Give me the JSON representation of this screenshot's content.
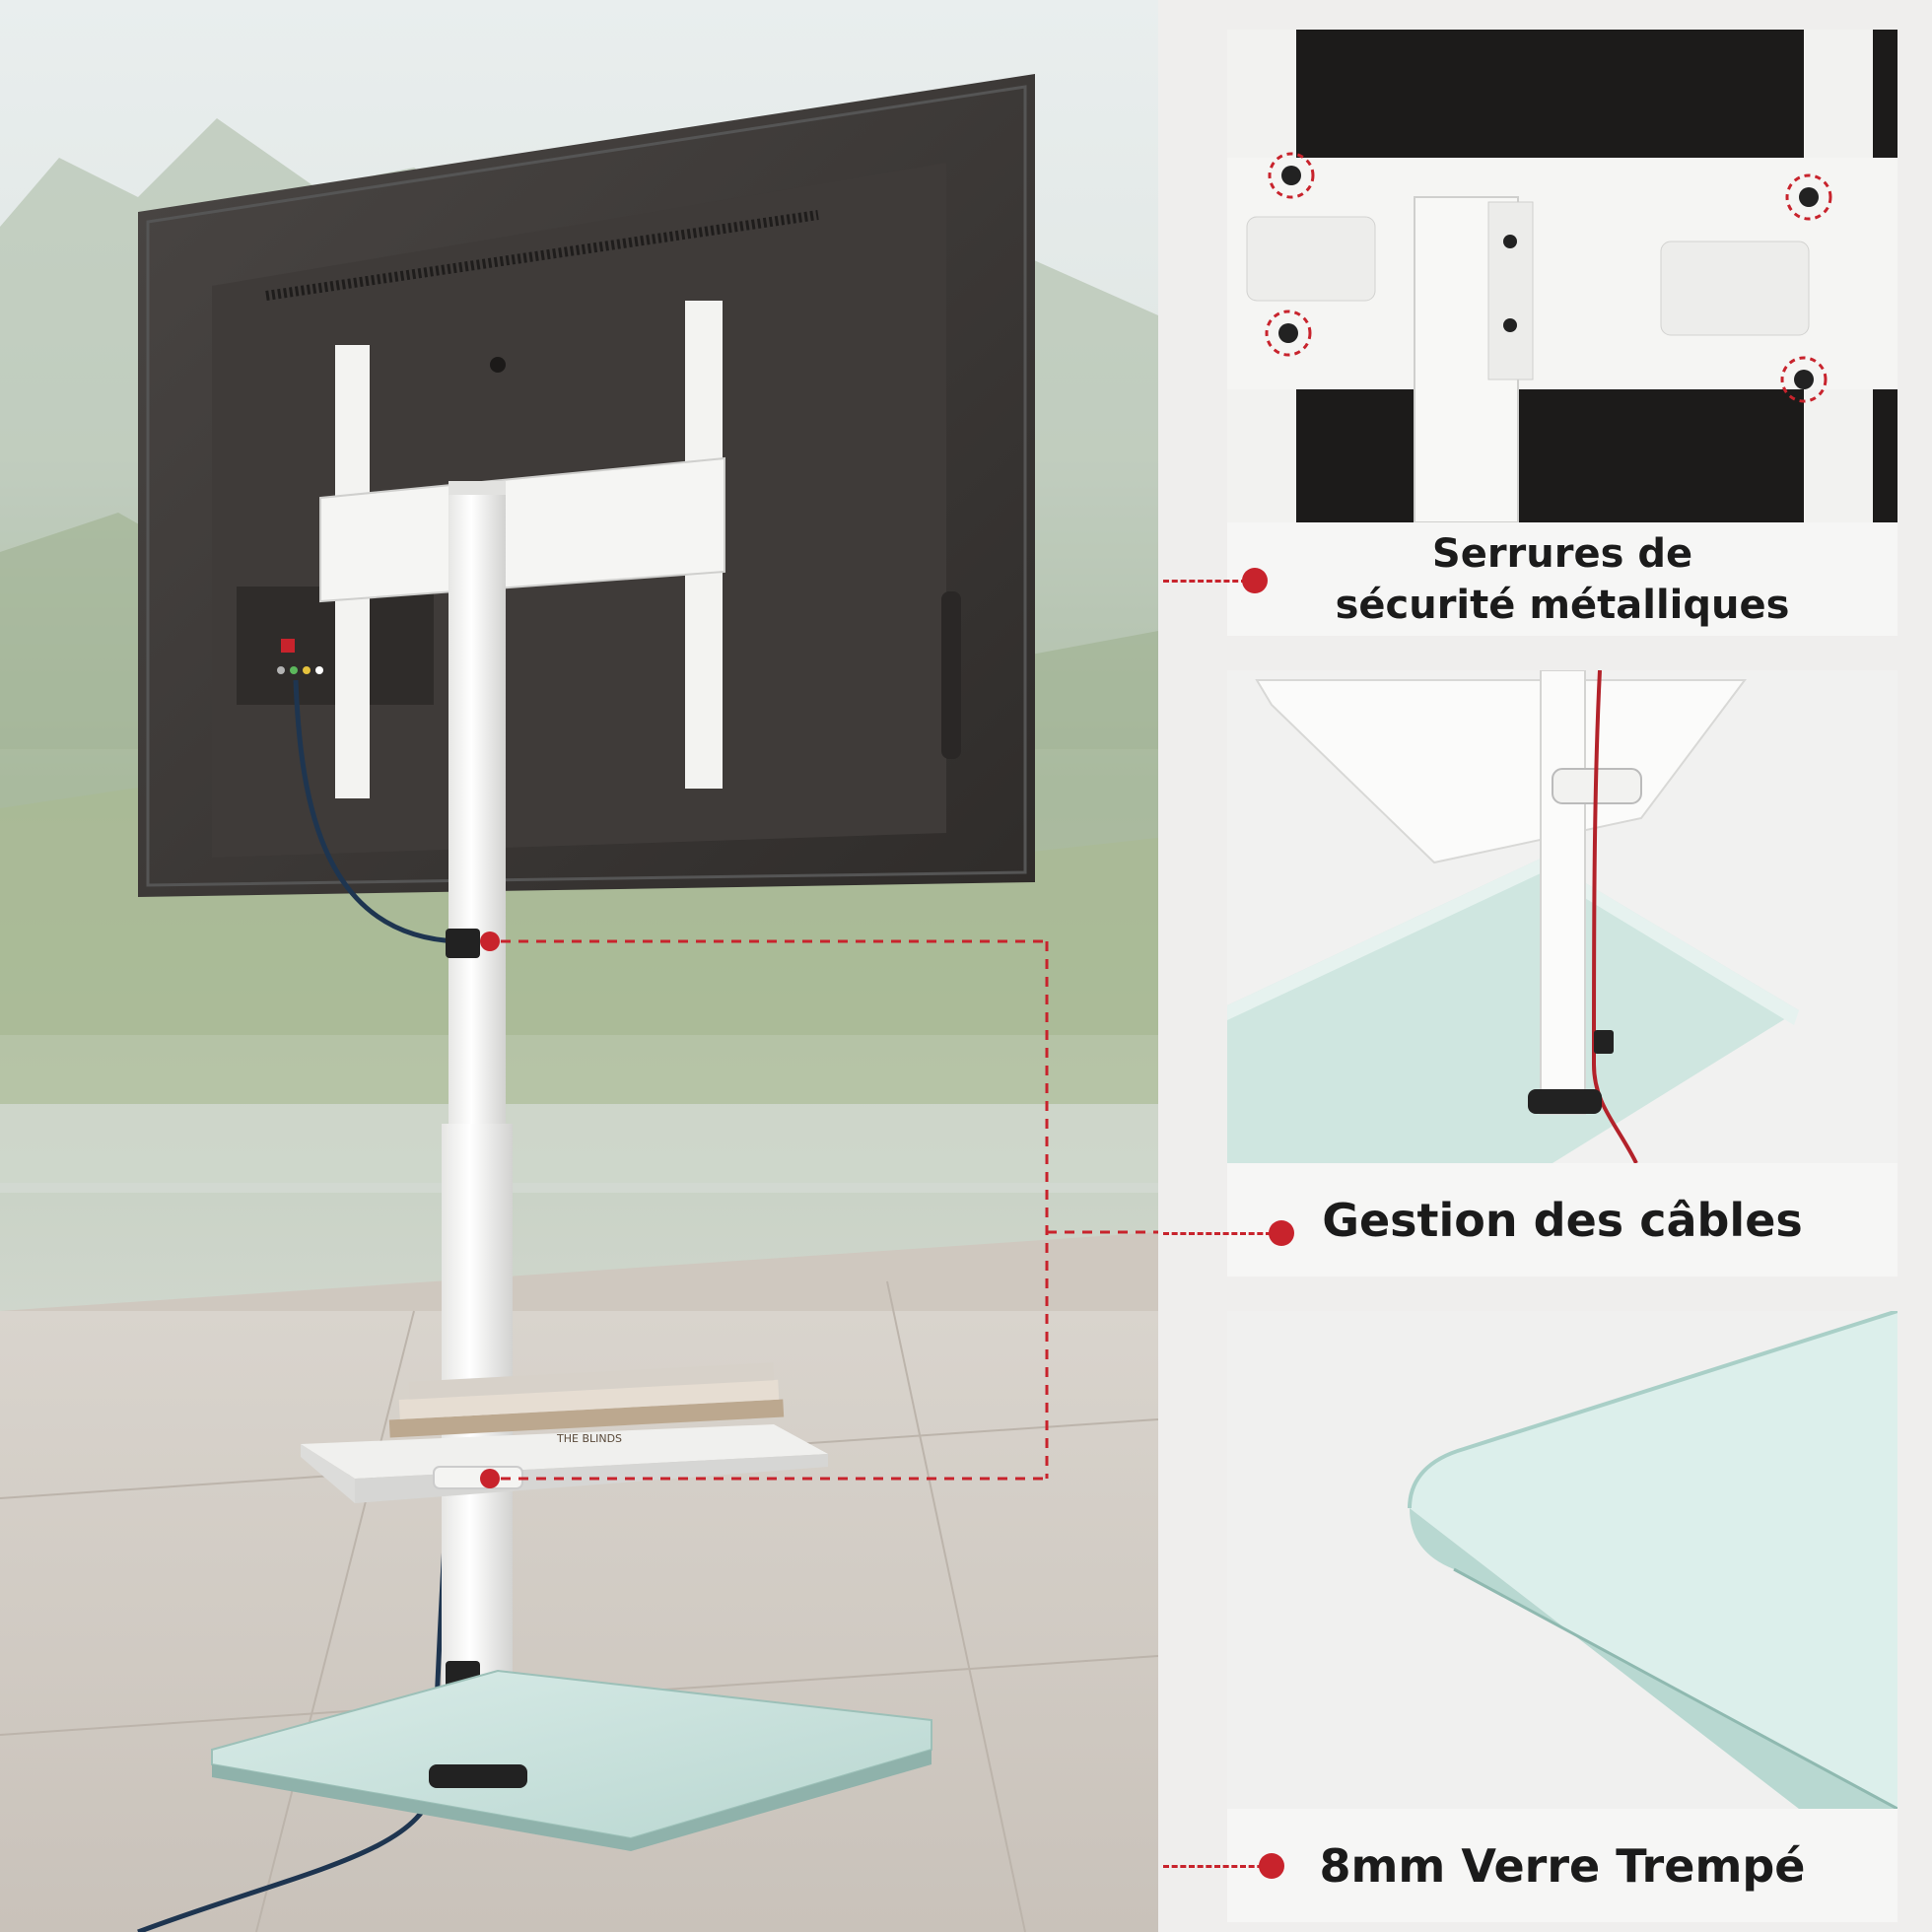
{
  "features": [
    {
      "id": "locks",
      "label_line1": "Serrures de",
      "label_line2": "sécurité métalliques"
    },
    {
      "id": "cables",
      "label": "Gestion des câbles"
    },
    {
      "id": "glass",
      "label": "8mm Verre Trempé"
    }
  ],
  "colors": {
    "accent": "#c8232c",
    "tv_back": "#3a3735",
    "stand": "#f7f7f5",
    "glass": "#cfe6e0",
    "cable": "#1e3550"
  },
  "tv_back_text": "THE BLINDS"
}
